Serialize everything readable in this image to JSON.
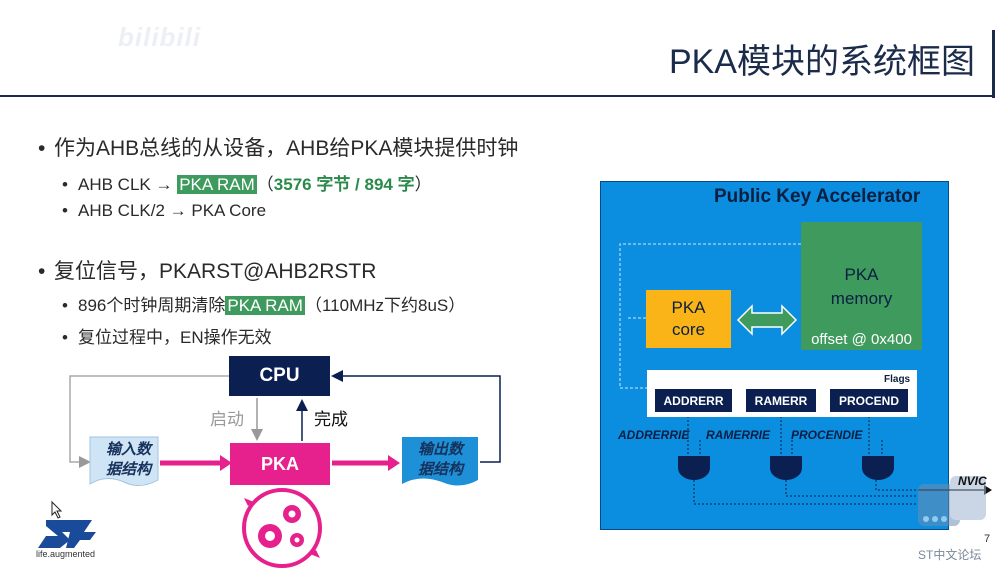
{
  "watermark": "bilibili",
  "title": "PKA模块的系统框图",
  "bullets": {
    "b1": "作为AHB总线的从设备，AHB给PKA模块提供时钟",
    "b1a_pre": "AHB CLK → ",
    "b1a_hl": "PKA RAM",
    "b1a_open": "（",
    "b1a_green": "3576 字节 / 894 字",
    "b1a_close": "）",
    "b1b": "AHB CLK/2 → PKA Core",
    "b2": "复位信号，PKARST@AHB2RSTR",
    "b2a_pre": "896个时钟周期清除",
    "b2a_hl": "PKA RAM",
    "b2a_post": "（110MHz下约8uS）",
    "b2b": "复位过程中，EN操作无效",
    "bullet": "•"
  },
  "flow": {
    "cpu": "CPU",
    "pka": "PKA",
    "start": "启动",
    "done": "完成",
    "input_l1": "输入数",
    "input_l2": "据结构",
    "output_l1": "输出数",
    "output_l2": "据结构"
  },
  "accel": {
    "title": "Public Key Accelerator",
    "mem_l1": "PKA",
    "mem_l2": "memory",
    "offset": "offset @ 0x400",
    "core_l1": "PKA",
    "core_l2": "core",
    "flags": "Flags",
    "flag_items": [
      "ADDRERR",
      "RAMERR",
      "PROCEND"
    ],
    "ie_items": [
      "ADDRERRIE",
      "RAMERRIE",
      "PROCENDIE"
    ],
    "nvic": "NVIC"
  },
  "footer": {
    "page": "7",
    "forum": "ST中文论坛",
    "st_tag": "life.augmented"
  },
  "colors": {
    "navy": "#0b2050",
    "pink": "#e6218d",
    "blue": "#0b8de0",
    "green": "#3f9a5e",
    "amber": "#fbb417"
  }
}
